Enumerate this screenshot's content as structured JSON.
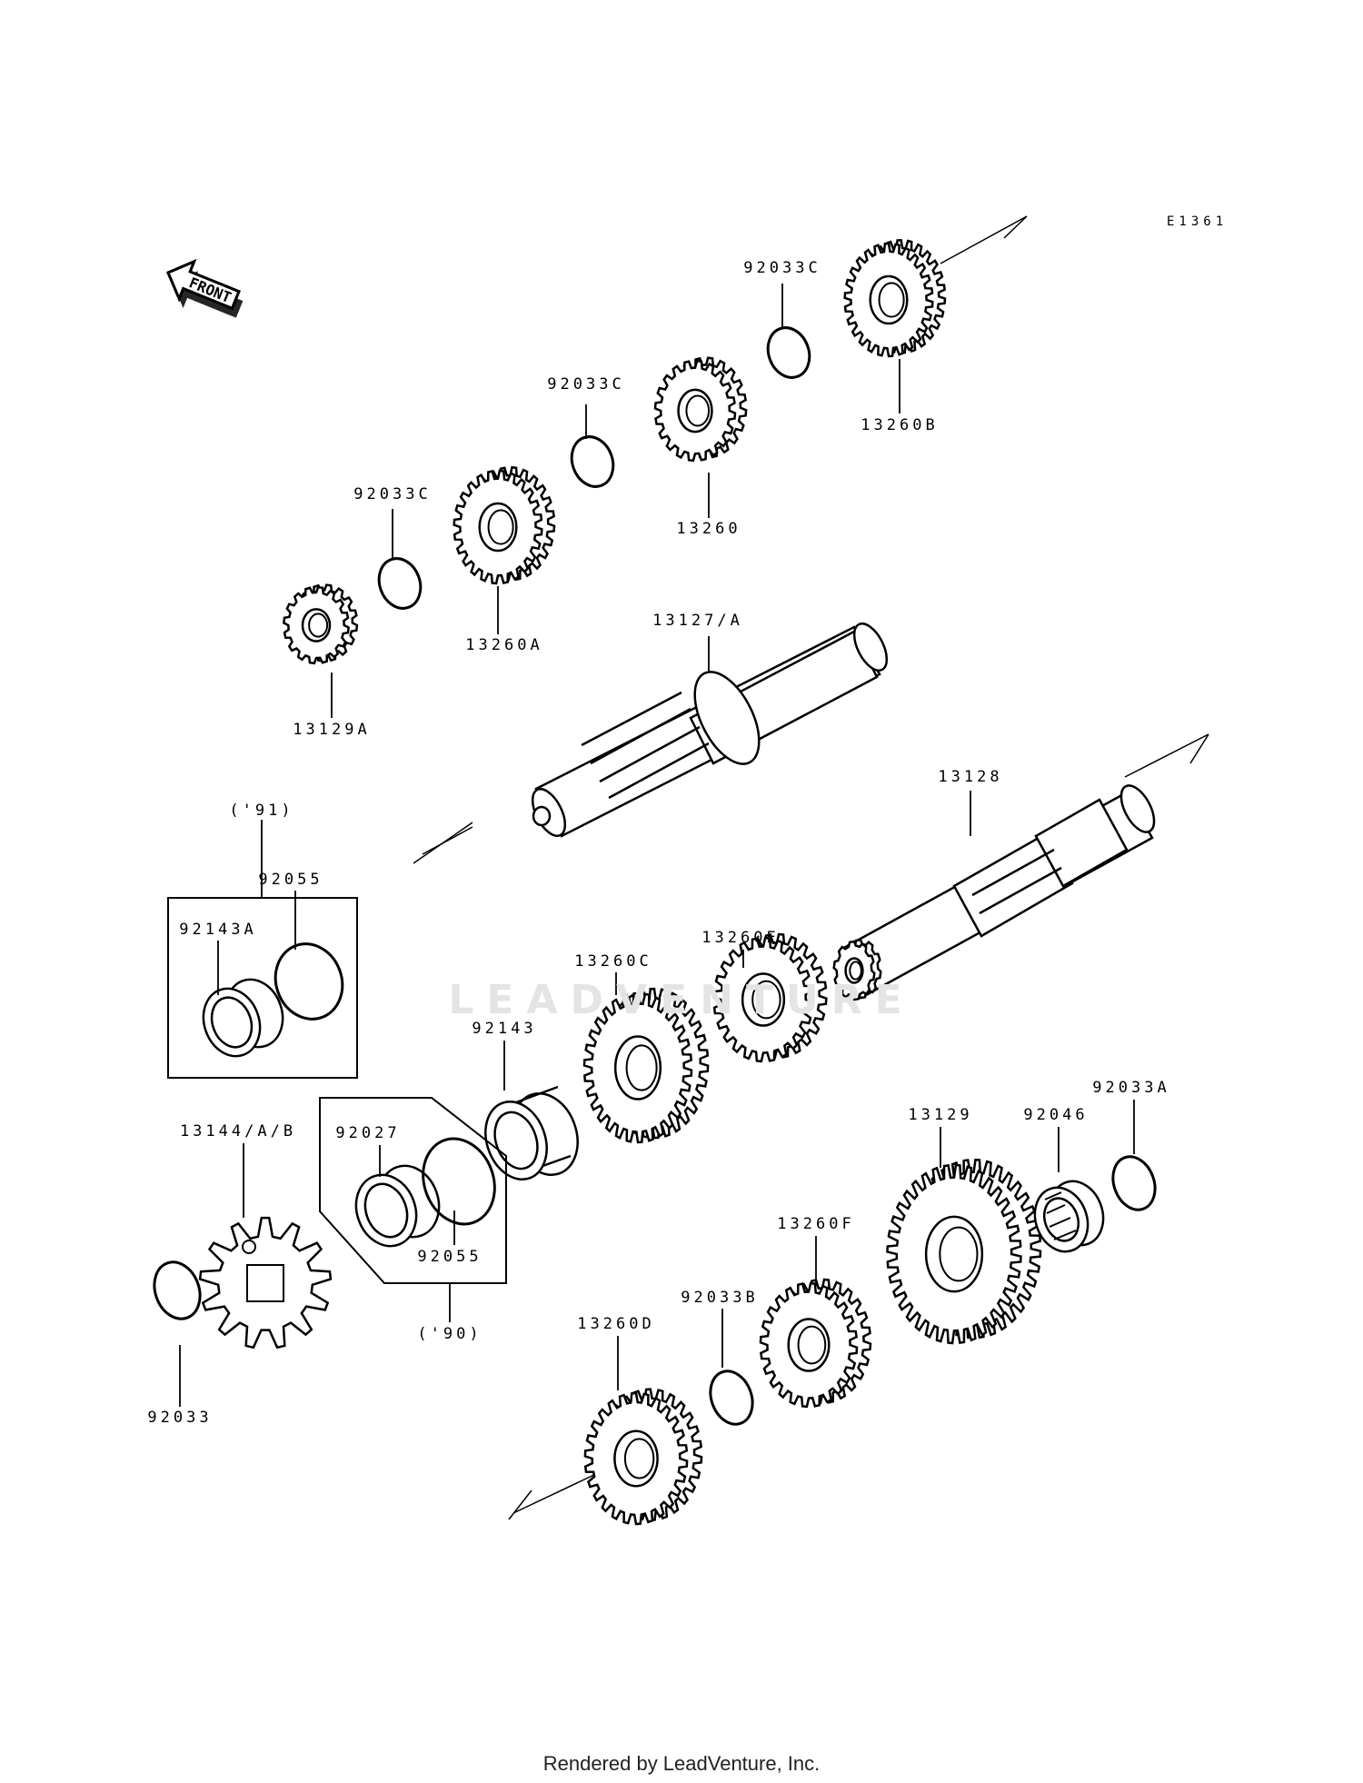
{
  "diagram_code": "E1361",
  "front_label": "FRONT",
  "watermark": "LEADVENTURE",
  "footer": "Rendered by LeadVenture, Inc.",
  "labels": {
    "p92033C_top": "92033C",
    "p13260B": "13260B",
    "p92033C_mid": "92033C",
    "p13260": "13260",
    "p92033C_low": "92033C",
    "p13260A": "13260A",
    "p13129A": "13129A",
    "p13127A": "13127/A",
    "p13128": "13128",
    "yr91": "('91)",
    "p92055_top": "92055",
    "p92143A": "92143A",
    "p13260E": "13260E",
    "p13260C": "13260C",
    "p92143": "92143",
    "p92027": "92027",
    "p92055_bot": "92055",
    "yr90": "('90)",
    "p13144": "13144/A/B",
    "p92033": "92033",
    "p13129": "13129",
    "p92046": "92046",
    "p92033A": "92033A",
    "p13260F": "13260F",
    "p92033B": "92033B",
    "p13260D": "13260D"
  }
}
